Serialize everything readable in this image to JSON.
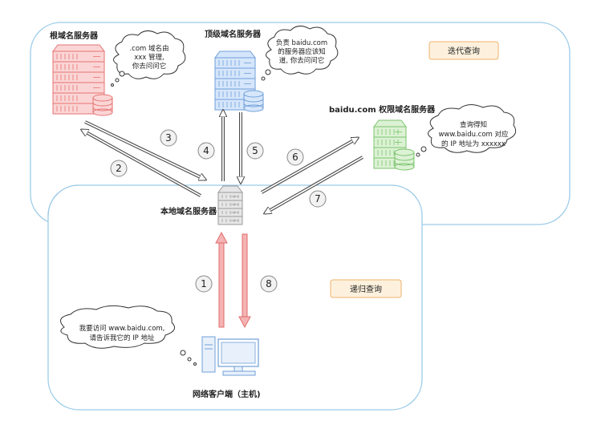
{
  "servers": {
    "root": {
      "label": "根域名服务器",
      "color": "#e57373",
      "fill": "#fbd5d5"
    },
    "tld": {
      "label": "顶级域名服务器",
      "color": "#6f9fd8",
      "fill": "#d6e6fb"
    },
    "auth": {
      "label": "baidu.com 权限域名服务器",
      "color": "#7cc36f",
      "fill": "#dcf2d4"
    },
    "local": {
      "label": "本地域名服务器",
      "color": "#9a9a9a",
      "fill": "#e6e6e6"
    }
  },
  "client": {
    "label": "网络客户端（主机)"
  },
  "bubbles": {
    "root": [
      ".com 域名由",
      "xxx 管理,",
      "你去问问它"
    ],
    "tld": [
      "负责 baidu.com",
      "的服务器应该知",
      "道, 你去问问它"
    ],
    "auth": [
      "查询得知",
      "www.baidu.com 对应",
      "的 IP 地址为 xxxxxx"
    ],
    "client": [
      "我要访问 www.baidu.com,",
      "请告诉我它的 IP 地址"
    ]
  },
  "regions": {
    "iterative": "迭代查询",
    "recursive": "递归查询"
  },
  "steps": [
    "1",
    "2",
    "3",
    "4",
    "5",
    "6",
    "7",
    "8"
  ],
  "colors": {
    "region_border": "#9ccbe8",
    "tag_border": "#f0b26a",
    "tag_fill": "#fdf1dd",
    "arrow_gray": "#4a4a4a",
    "arrow_red": "#e06b6b",
    "arrow_red_fill": "#f5b3b3"
  }
}
